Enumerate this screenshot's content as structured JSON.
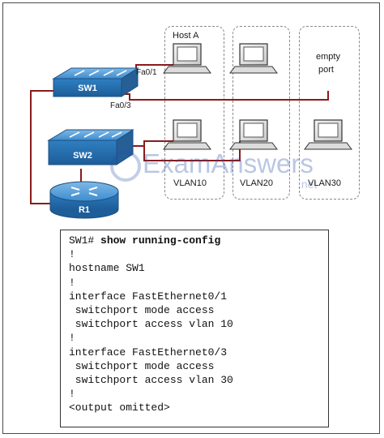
{
  "diagram": {
    "devices": {
      "sw1": "SW1",
      "sw2": "SW2",
      "r1": "R1"
    },
    "ports": {
      "fa01": "Fa0/1",
      "fa03": "Fa0/3"
    },
    "host_a": "Host A",
    "empty_port": {
      "line1": "empty",
      "line2": "port"
    },
    "vlans": [
      "VLAN10",
      "VLAN20",
      "VLAN30"
    ],
    "colors": {
      "cable": "#8b1a1a",
      "device_blue": "#2f7fc1"
    }
  },
  "watermark": {
    "text": "ExamAnswers",
    "suffix": ".net"
  },
  "config": {
    "prompt": "SW1#",
    "command": "show running-config",
    "lines": [
      "!",
      "hostname SW1",
      "!",
      "interface FastEthernet0/1",
      " switchport mode access",
      " switchport access vlan 10",
      "!",
      "interface FastEthernet0/3",
      " switchport mode access",
      " switchport access vlan 30",
      "!",
      "<output omitted>"
    ]
  }
}
